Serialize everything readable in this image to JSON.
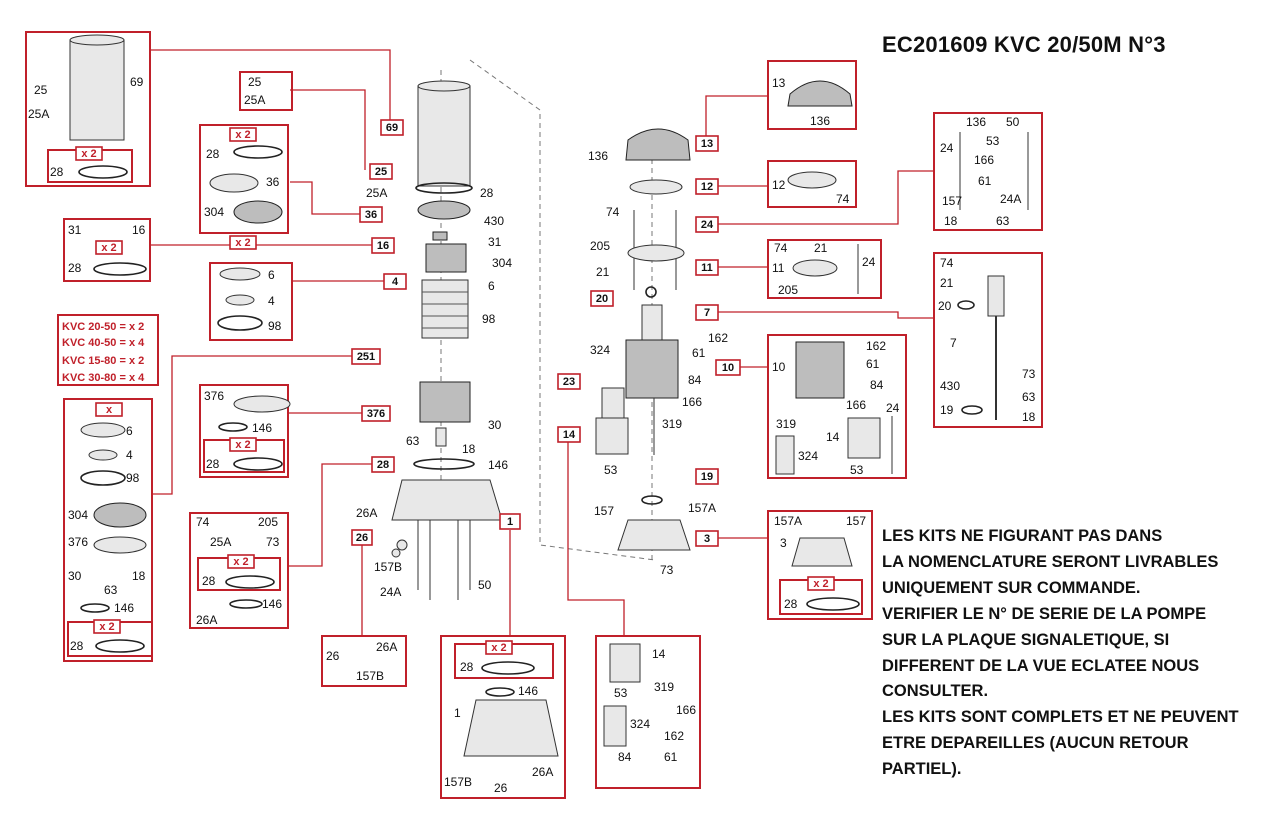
{
  "title": "EC201609 KVC 20/50M N°3",
  "notes": [
    "LES KITS NE FIGURANT PAS DANS",
    "LA NOMENCLATURE SERONT LIVRABLES",
    "UNIQUEMENT SUR COMMANDE.",
    "VERIFIER LE N° DE SERIE DE LA POMPE",
    "SUR LA PLAQUE SIGNALETIQUE, SI",
    "DIFFERENT DE LA VUE ECLATEE NOUS",
    "CONSULTER.",
    "LES KITS SONT COMPLETS ET NE PEUVENT",
    "ETRE DEPAREILLES (AUCUN RETOUR",
    "PARTIEL)."
  ],
  "variants": [
    "KVC 20-50 = x 2",
    "KVC 40-50 = x 4",
    "KVC 15-80 = x 2",
    "KVC 30-80 = x 4"
  ],
  "qty": {
    "x2": "x 2",
    "x": "x"
  },
  "kit_tags": {
    "k69": "69",
    "k25": "25",
    "k36": "36",
    "k16": "16",
    "k4": "4",
    "k251": "251",
    "k376": "376",
    "k28": "28",
    "k26": "26",
    "k1": "1",
    "k13": "13",
    "k12": "12",
    "k24": "24",
    "k11": "11",
    "k20": "20",
    "k7": "7",
    "k10": "10",
    "k23": "23",
    "k14": "14",
    "k19": "19",
    "k3": "3"
  },
  "labels": {
    "p25": "25",
    "p25A": "25A",
    "p69": "69",
    "p28": "28",
    "p36": "36",
    "p304": "304",
    "p31": "31",
    "p16": "16",
    "p6": "6",
    "p4": "4",
    "p98": "98",
    "p376": "376",
    "p146": "146",
    "p30": "30",
    "p18": "18",
    "p63": "63",
    "p430": "430",
    "p74": "74",
    "p205": "205",
    "p73": "73",
    "p26A": "26A",
    "p26": "26",
    "p157B": "157B",
    "p1": "1",
    "p24A": "24A",
    "p50": "50",
    "p13": "13",
    "p136": "136",
    "p12": "12",
    "p53": "53",
    "p166": "166",
    "p61": "61",
    "p157": "157",
    "p24": "24",
    "p21": "21",
    "p11": "11",
    "p20": "20",
    "p7": "7",
    "p19": "19",
    "p162": "162",
    "p84": "84",
    "p10": "10",
    "p319": "319",
    "p324": "324",
    "p14": "14",
    "p157A": "157A",
    "p3": "3"
  }
}
